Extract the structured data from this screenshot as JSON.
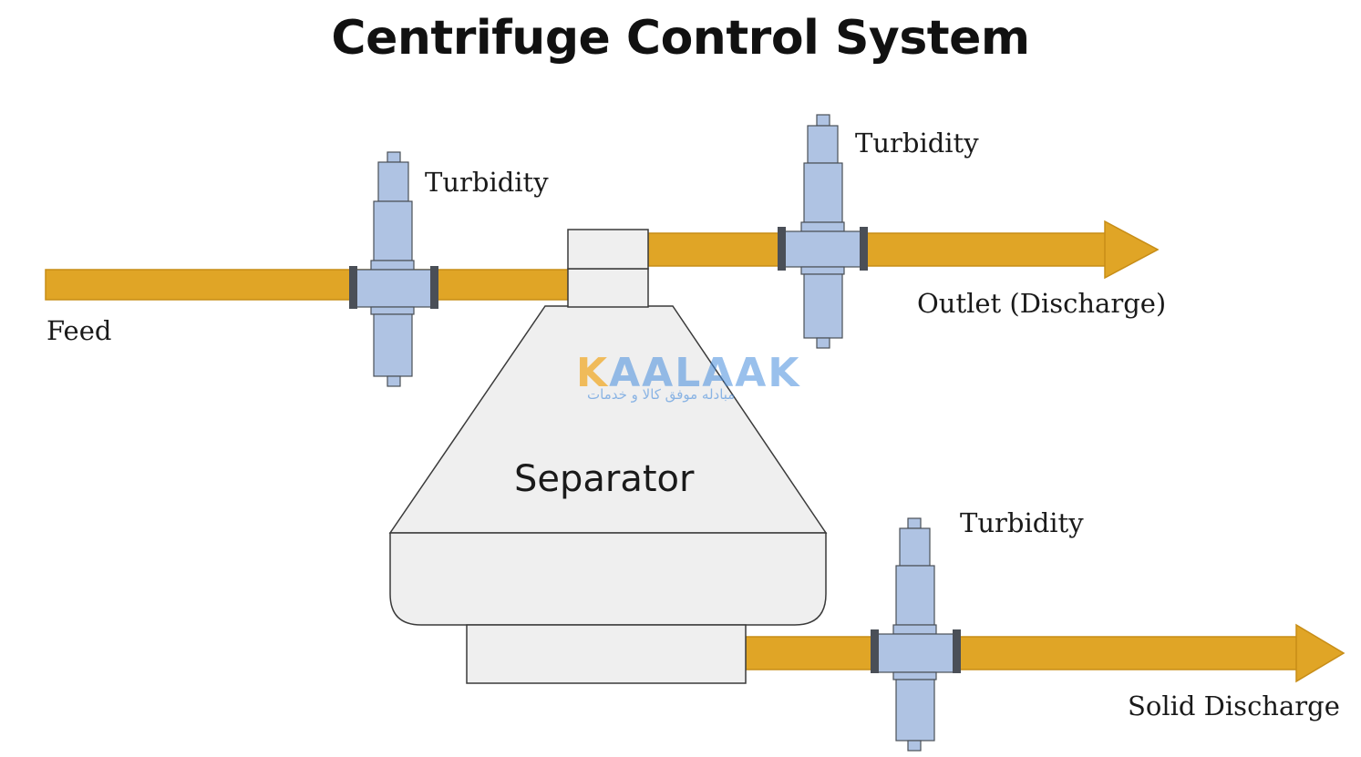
{
  "title": "Centrifuge Control System",
  "labels": {
    "feed": "Feed",
    "outlet": "Outlet (Discharge)",
    "solid": "Solid Discharge",
    "separator": "Separator"
  },
  "sensors": {
    "feed": "Turbidity",
    "outlet": "Turbidity",
    "solid": "Turbidity"
  },
  "watermark": {
    "brand_first": "K",
    "brand_rest": "AALAAK",
    "tagline": "مبادله موفق کالا و خدمات"
  },
  "colors": {
    "pipe": "#E0A526",
    "pipe_edge": "#C78D17",
    "sensor_fill": "#AFC3E3",
    "sensor_edge": "#4A4F57",
    "flange": "#4A4F57",
    "separator_fill": "#EFEFEF",
    "separator_edge": "#3A3A3A"
  }
}
